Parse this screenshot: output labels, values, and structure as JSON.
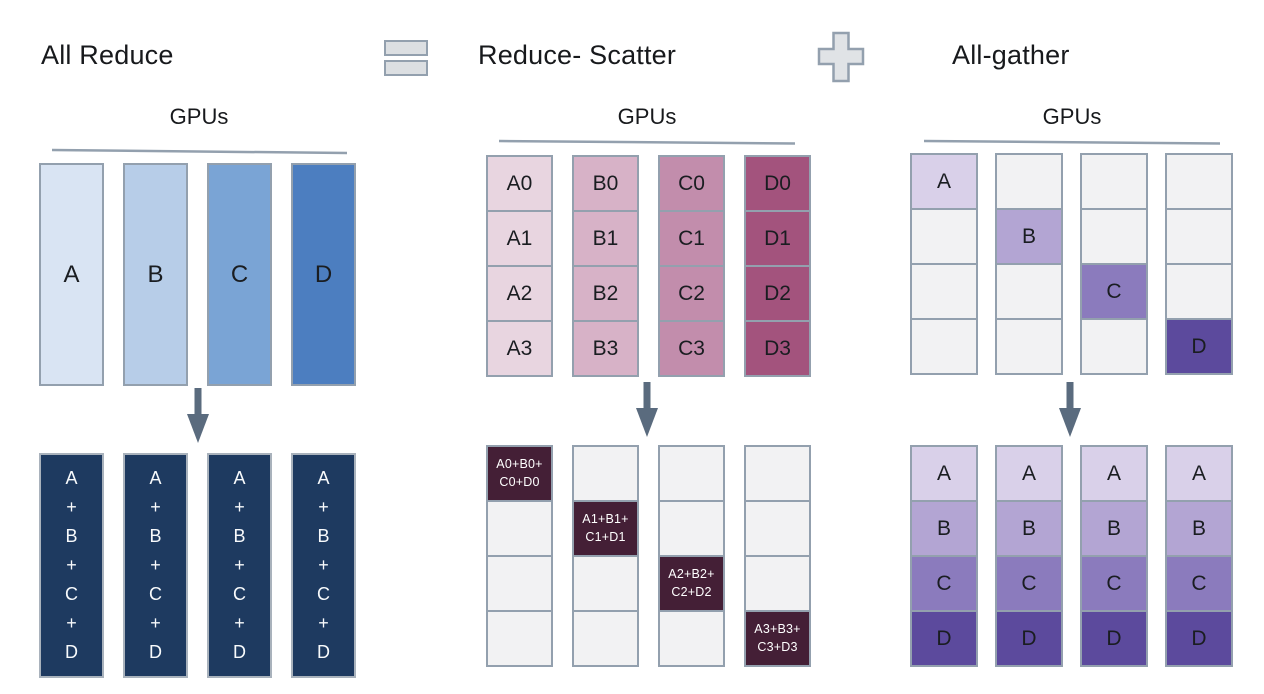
{
  "titles": {
    "all_reduce": "All Reduce",
    "reduce_scatter": "Reduce- Scatter",
    "all_gather": "All-gather"
  },
  "operators": {
    "equals": "equals-sign",
    "plus": "plus-sign"
  },
  "all_reduce": {
    "gpus_label": "GPUs",
    "inputs": [
      "A",
      "B",
      "C",
      "D"
    ],
    "outputs": [
      "A\n+\nB\n+\nC\n+\nD",
      "A\n+\nB\n+\nC\n+\nD",
      "A\n+\nB\n+\nC\n+\nD",
      "A\n+\nB\n+\nC\n+\nD"
    ]
  },
  "reduce_scatter": {
    "gpus_label": "GPUs",
    "top_columns": [
      [
        "A0",
        "A1",
        "A2",
        "A3"
      ],
      [
        "B0",
        "B1",
        "B2",
        "B3"
      ],
      [
        "C0",
        "C1",
        "C2",
        "C3"
      ],
      [
        "D0",
        "D1",
        "D2",
        "D3"
      ]
    ],
    "bottom_sums": [
      "A0+B0+\nC0+D0",
      "A1+B1+\nC1+D1",
      "A2+B2+\nC2+D2",
      "A3+B3+\nC3+D3"
    ]
  },
  "all_gather": {
    "gpus_label": "GPUs",
    "diagonal": [
      "A",
      "B",
      "C",
      "D"
    ],
    "result_columns": [
      [
        "A",
        "B",
        "C",
        "D"
      ],
      [
        "A",
        "B",
        "C",
        "D"
      ],
      [
        "A",
        "B",
        "C",
        "D"
      ],
      [
        "A",
        "B",
        "C",
        "D"
      ]
    ]
  },
  "colors": {
    "blue_shades": [
      "#d9e4f3",
      "#b7cde8",
      "#7aa4d5",
      "#4c7ec0"
    ],
    "navy_result": "#1e3a60",
    "pink_shades": [
      "#e8d5e0",
      "#d7b2c7",
      "#c28dac",
      "#a3537d"
    ],
    "maroon_result": "#441f36",
    "purple_shades": [
      "#d9d0e9",
      "#b3a5d3",
      "#8b7bbd",
      "#5c4a9d"
    ],
    "empty_cell": "#f2f2f3",
    "cell_border": "#93a0ae",
    "arrow": "#5a6b7e"
  }
}
